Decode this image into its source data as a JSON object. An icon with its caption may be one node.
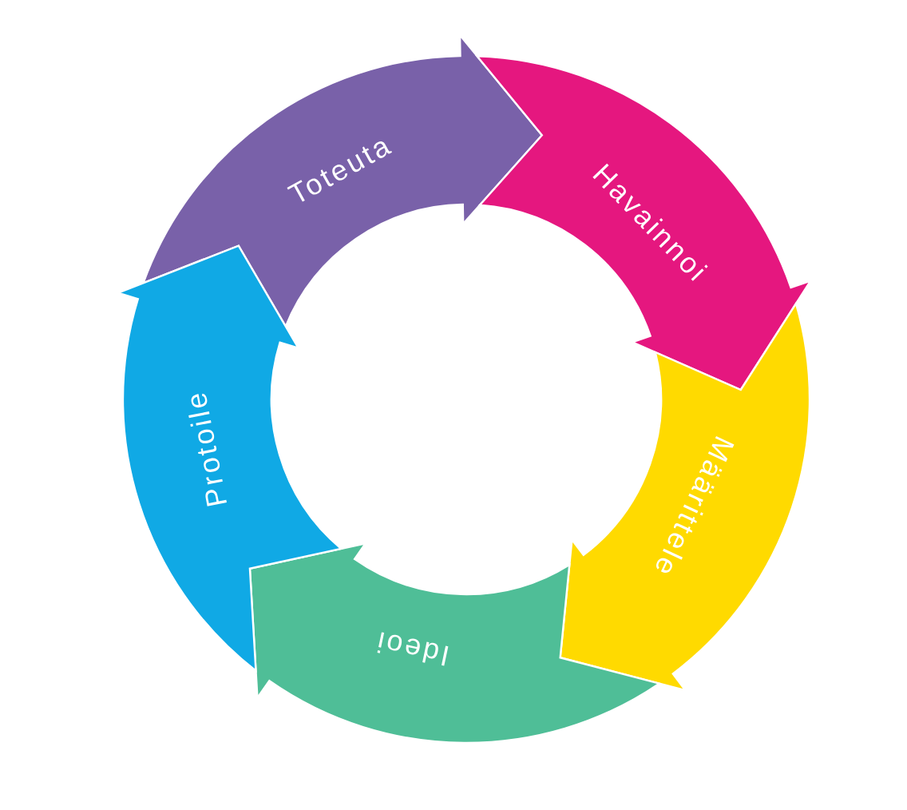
{
  "diagram": {
    "nodes": [
      {
        "text": [
          "Toteuta"
        ]
      },
      {
        "text": [
          "Havainnoi"
        ]
      },
      {
        "text": [
          "Määrittele"
        ]
      },
      {
        "text": [
          "Ideoi"
        ]
      },
      {
        "text": [
          "Protoile"
        ]
      }
    ]
  }
}
